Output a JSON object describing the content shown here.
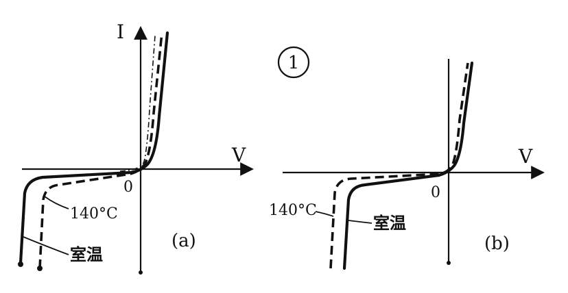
{
  "panel_a": {
    "y_axis_label": "I",
    "x_axis_label": "V",
    "origin_label": "0",
    "hot_label": "140°C",
    "room_label": "室温",
    "panel_label": "(a)"
  },
  "panel_b": {
    "x_axis_label": "V",
    "origin_label": "0",
    "hot_label": "140°C",
    "room_label": "室温",
    "panel_label": "(b)"
  },
  "figure_number": "1"
}
